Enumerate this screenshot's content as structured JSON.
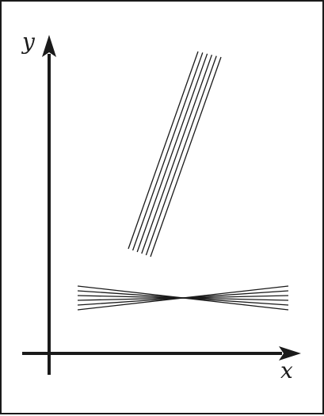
{
  "axes": {
    "x_label": "x",
    "y_label": "y"
  },
  "pencils": {
    "steep": {
      "line_count": 6
    },
    "shallow": {
      "line_count": 6
    }
  },
  "colors": {
    "ink": "#1a1a1a",
    "background": "#ffffff"
  }
}
